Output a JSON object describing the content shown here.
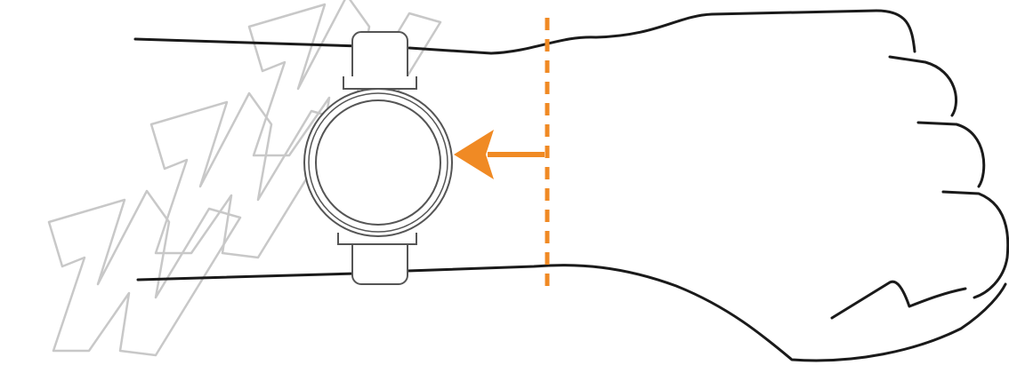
{
  "figure": {
    "subject": "wrist-watch-placement",
    "colors": {
      "line": "#1a1a1a",
      "accent": "#f08a24",
      "watch_fill": "#ffffff",
      "watch_outline": "#555555",
      "watermark": "#c8c8c8"
    },
    "watermark": {
      "text": "www",
      "style": "diagonal-outline"
    },
    "icons": {
      "arrow": "arrow-left-icon",
      "marker": "dashed-line-icon",
      "device": "watch-icon"
    }
  }
}
